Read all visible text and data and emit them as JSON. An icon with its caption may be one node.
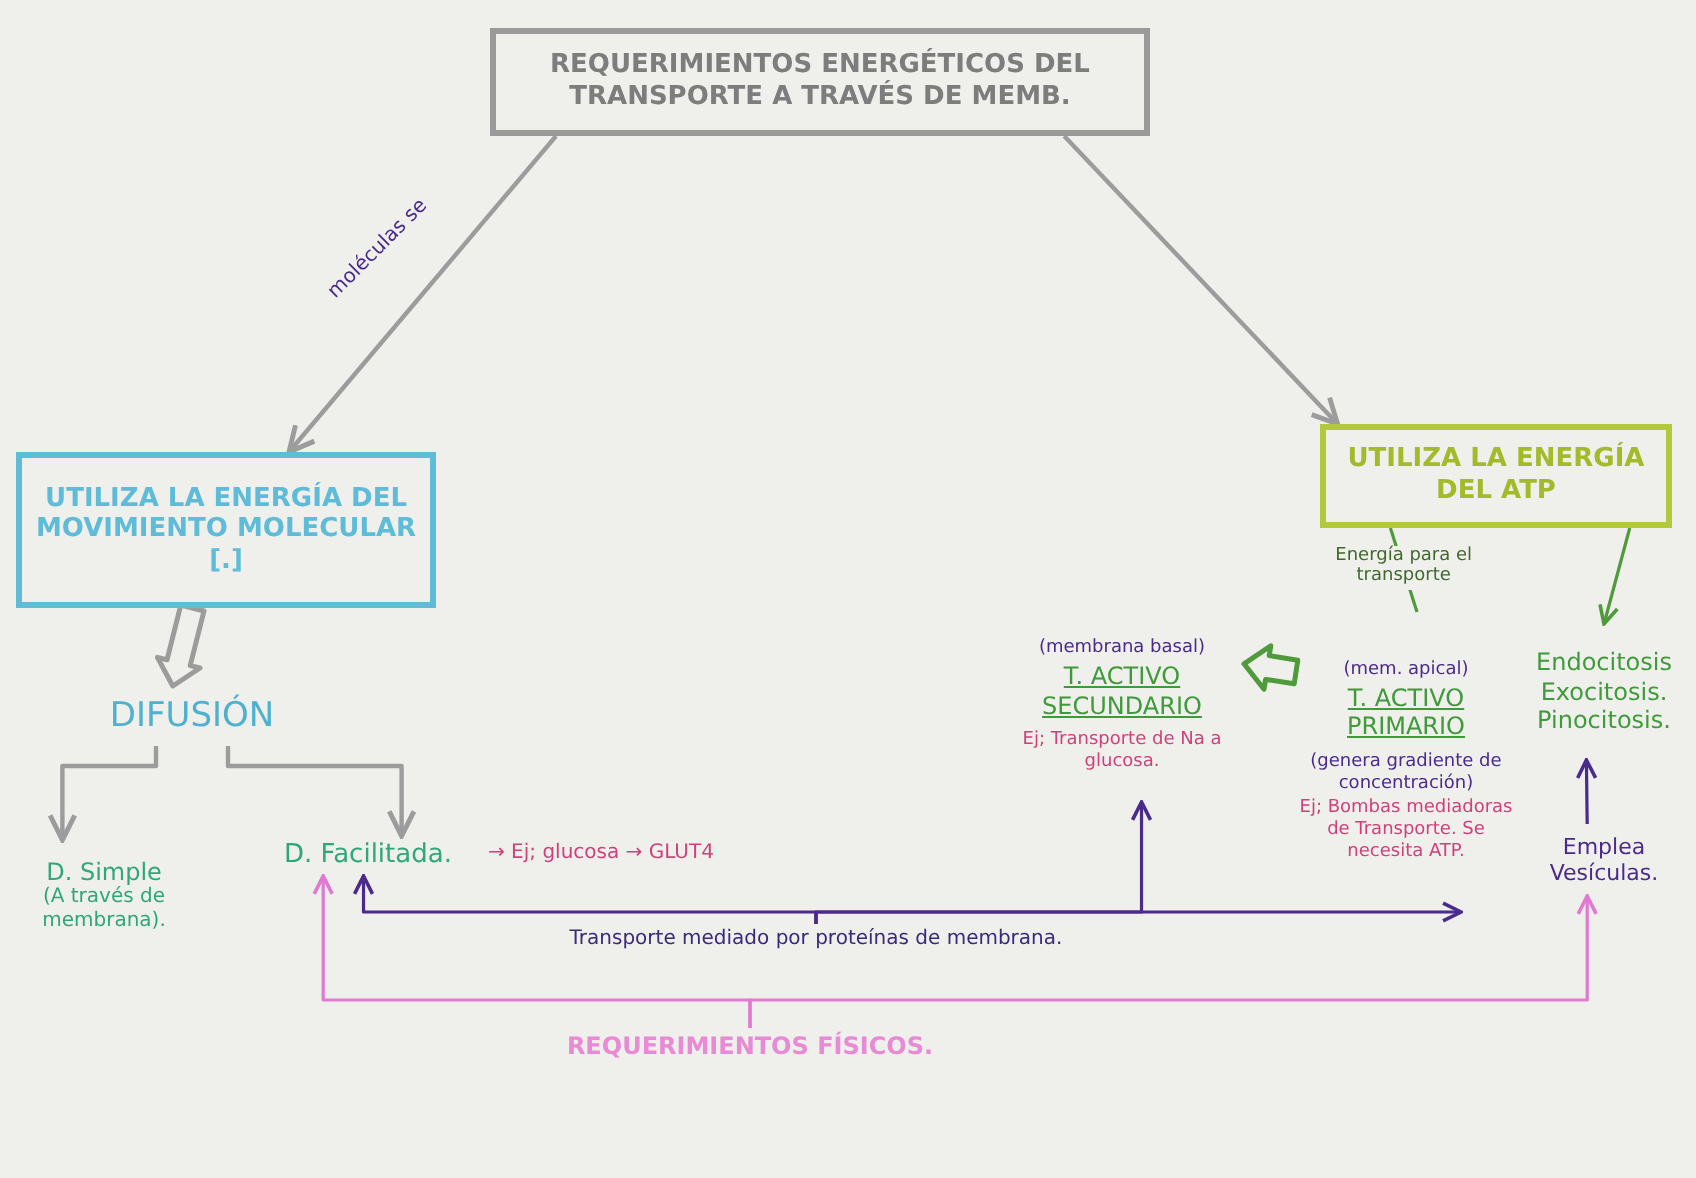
{
  "diagram": {
    "nodes": [
      {
        "text": [
          "REQUERIMIENTOS ENERGÉTICOS DEL TRANSPORTE A TRAVÉS DE MEMB."
        ]
      },
      {
        "text": [
          "UTILIZA LA ENERGÍA DEL MOVIMIENTO MOLECULAR [.]"
        ]
      },
      {
        "text": [
          "UTILIZA LA ENERGÍA DEL ATP"
        ]
      },
      {
        "text": [
          "DIFUSIÓN"
        ]
      },
      {
        "text": [
          "D. Simple",
          "(A través de membrana)."
        ]
      },
      {
        "text": [
          "D. Facilitada."
        ],
        "beside": [
          "→ Ej; glucosa → GLUT4"
        ]
      },
      {
        "text": [
          "T. ACTIVO SECUNDARIO"
        ],
        "beside": [
          "(membrana basal)",
          "Ej; Transporte de Na a glucosa."
        ]
      },
      {
        "text": [
          "T. ACTIVO PRIMARIO"
        ],
        "beside": [
          "(mem. apical)",
          "(genera gradiente de concentración)",
          "Ej; Bombas mediadoras de Transporte. Se necesita ATP."
        ]
      },
      {
        "text": [
          "Endocitosis",
          "Exocitosis.",
          "Pinocitosis."
        ]
      },
      {
        "text": [
          "Emplea Vesículas."
        ]
      },
      {
        "text": [
          "Transporte mediado por proteínas de membrana."
        ]
      },
      {
        "text": [
          "REQUERIMIENTOS FÍSICOS."
        ]
      }
    ],
    "edges": [
      {
        "from": 0,
        "to": 1,
        "arrow": "to",
        "label": "moléculas se"
      },
      {
        "from": 0,
        "to": 2,
        "arrow": "to"
      },
      {
        "from": 1,
        "to": 3,
        "arrow": "to"
      },
      {
        "from": 3,
        "to": 4,
        "arrow": "to"
      },
      {
        "from": 3,
        "to": 5,
        "arrow": "to"
      },
      {
        "from": 2,
        "to": 7,
        "arrow": "none",
        "label": "Energía para el transporte",
        "color": "#4f9a3a"
      },
      {
        "from": 2,
        "to": 8,
        "arrow": "to",
        "color": "#4f9a3a"
      },
      {
        "from": 7,
        "to": 6,
        "arrow": "to",
        "color": "#4f9a3a"
      },
      {
        "from": 9,
        "to": 8,
        "arrow": "to",
        "color": "#4a2a8a"
      },
      {
        "from": 10,
        "to": 5,
        "arrow": "to",
        "color": "#4a2a8a"
      },
      {
        "from": 10,
        "to": 6,
        "arrow": "to",
        "color": "#4a2a8a"
      },
      {
        "from": 10,
        "to": 7,
        "arrow": "to",
        "color": "#4a2a8a"
      },
      {
        "from": 11,
        "to": 5,
        "arrow": "to",
        "color": "#e07ad0"
      },
      {
        "from": 11,
        "to": 9,
        "arrow": "to",
        "color": "#e07ad0"
      }
    ]
  }
}
